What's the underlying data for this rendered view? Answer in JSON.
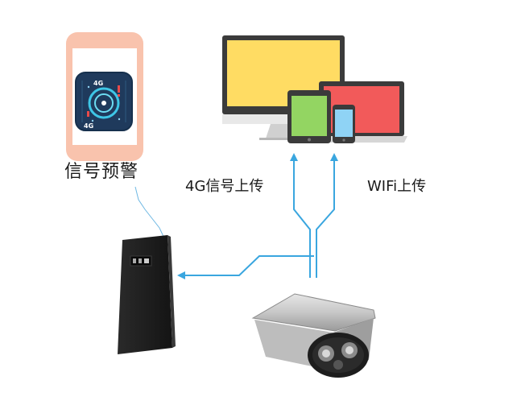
{
  "labels": {
    "warning": "信号预警",
    "upload_4g": "4G信号上传",
    "upload_wifi": "WIFi上传"
  },
  "app_icon": {
    "badge_top": "4G",
    "badge_bottom": "4G"
  },
  "colors": {
    "wire": "#3aa6df",
    "phone_frame": "#f9c3ad",
    "monitor_screen": "#ffdc63",
    "laptop_screen": "#f25a5a",
    "tablet_screen": "#93d562",
    "phone_screen": "#8fd3f5"
  }
}
